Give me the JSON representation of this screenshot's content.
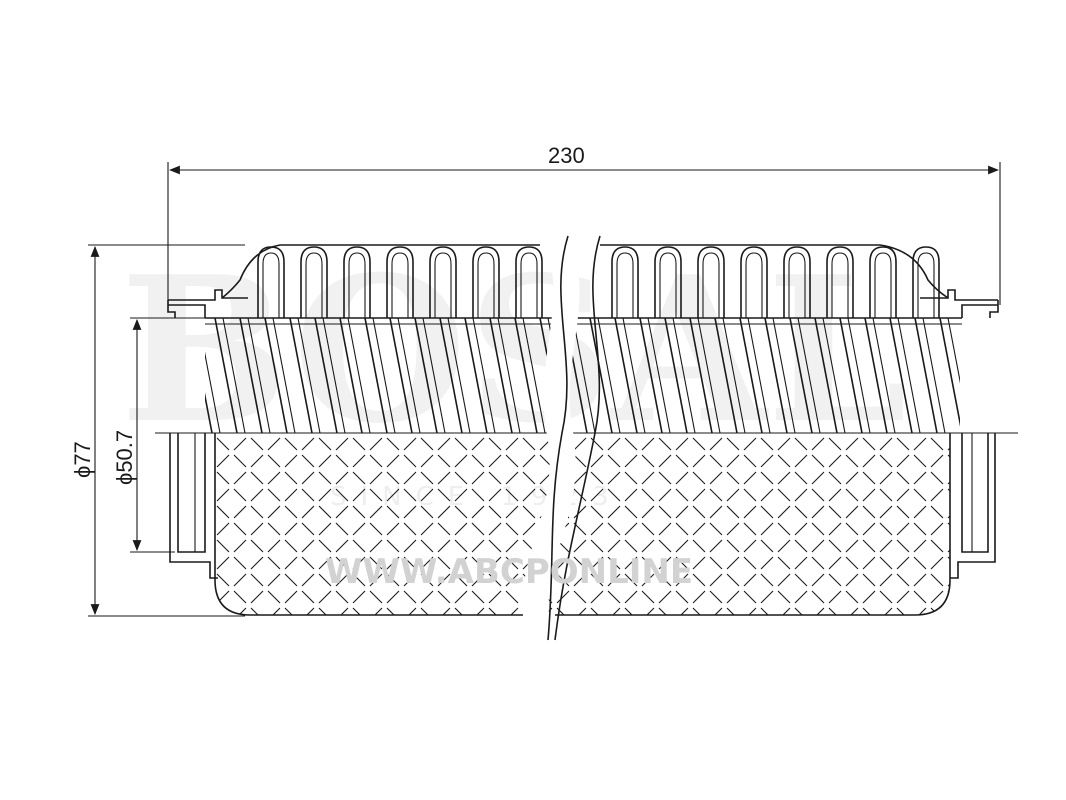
{
  "dimensions": {
    "length": "230",
    "outer_diameter": "ϕ77",
    "inner_diameter": "ϕ50.7"
  },
  "watermark": {
    "url": "WWW.ABCPONLINE",
    "logo": "BOSAL",
    "subtitle": "SINCE 1923"
  }
}
